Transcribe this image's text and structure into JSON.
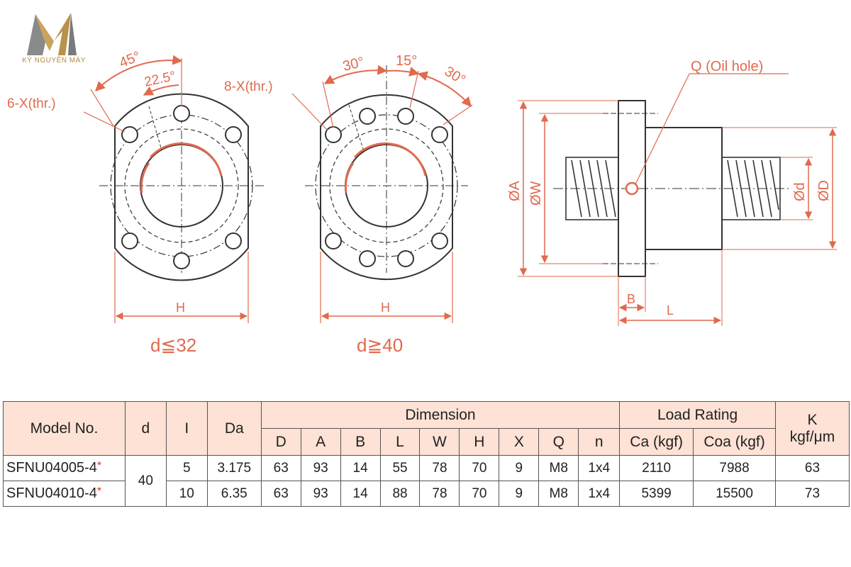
{
  "brand": {
    "name": "KỲ NGUYÊN MÁY"
  },
  "drawing": {
    "left_view": {
      "angle_outer": "45°",
      "angle_inner": "22.5°",
      "hole_label": "6-X(thr.)",
      "width_label": "H",
      "caption": "d≦32"
    },
    "middle_view": {
      "angle_left": "30°",
      "angle_mid": "15°",
      "angle_right": "30°",
      "hole_label": "8-X(thr.)",
      "width_label": "H",
      "caption": "d≧40"
    },
    "side_view": {
      "oil_hole_label": "Q (Oil hole)",
      "dia_A": "ØA",
      "dia_W": "ØW",
      "dia_d": "Ød",
      "dia_D": "ØD",
      "len_B": "B",
      "len_L": "L"
    },
    "colors": {
      "dimension": "#e06a4e",
      "outline": "#333333",
      "table_header": "#fde2d5"
    }
  },
  "table": {
    "headers": {
      "model": "Model No.",
      "d": "d",
      "l": "I",
      "da": "Da",
      "dimension": "Dimension",
      "load_rating": "Load Rating",
      "k": "K",
      "k_unit": "kgf/μm",
      "dims": [
        "D",
        "A",
        "B",
        "L",
        "W",
        "H",
        "X",
        "Q",
        "n"
      ],
      "ca": "Ca (kgf)",
      "coa": "Coa (kgf)"
    },
    "shared_d": "40",
    "rows": [
      {
        "model": "SFNU04005-4",
        "star": "*",
        "l": "5",
        "da": "3.175",
        "dims": [
          "63",
          "93",
          "14",
          "55",
          "78",
          "70",
          "9",
          "M8",
          "1x4"
        ],
        "ca": "2110",
        "coa": "7988",
        "k": "63"
      },
      {
        "model": "SFNU04010-4",
        "star": "*",
        "l": "10",
        "da": "6.35",
        "dims": [
          "63",
          "93",
          "14",
          "88",
          "78",
          "70",
          "9",
          "M8",
          "1x4"
        ],
        "ca": "5399",
        "coa": "15500",
        "k": "73"
      }
    ]
  }
}
